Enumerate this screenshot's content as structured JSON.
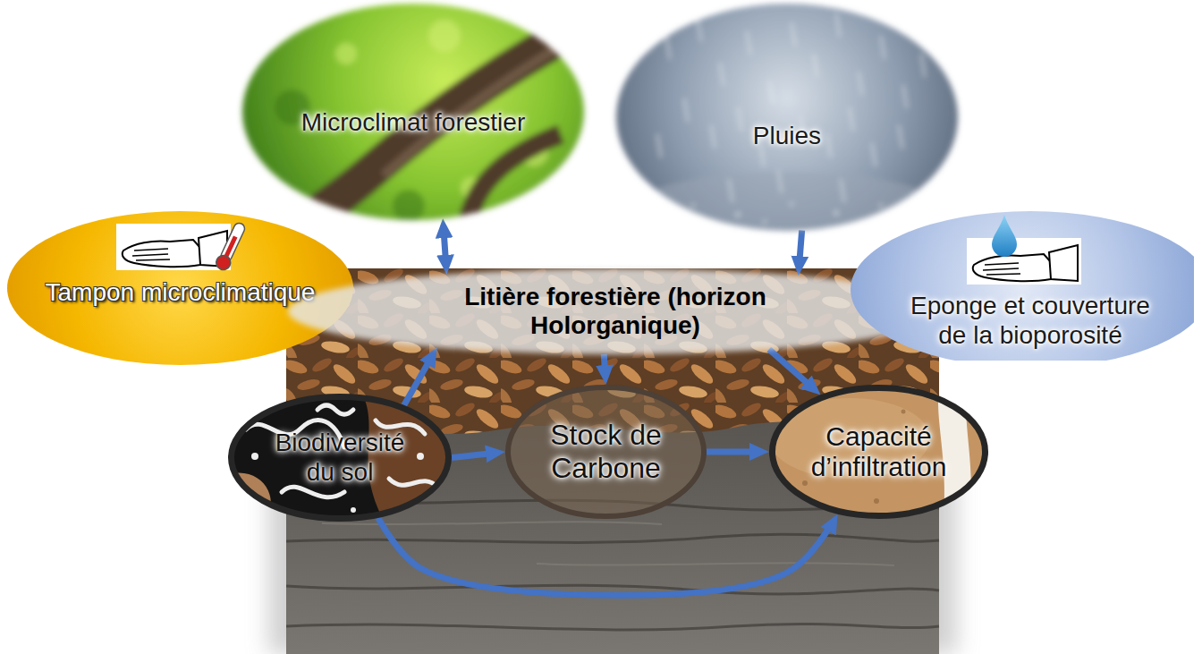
{
  "diagram": {
    "nodes": [
      {
        "text": [
          "Microclimat forestier"
        ]
      },
      {
        "text": [
          "Pluies"
        ]
      },
      {
        "text": [
          "Tampon microclimatique"
        ]
      },
      {
        "text": [
          "Litière forestière (horizon Holorganique)"
        ]
      },
      {
        "text": [
          "Eponge et couverture de la bioporosité"
        ]
      },
      {
        "text": [
          "Biodiversité du sol"
        ]
      },
      {
        "text": [
          "Stock de Carbone"
        ]
      },
      {
        "text": [
          "Capacité d’infiltration"
        ]
      }
    ],
    "edges": [
      {
        "from": 0,
        "to": 3,
        "arrow": "both"
      },
      {
        "from": 1,
        "to": 3,
        "arrow": "to"
      },
      {
        "from": 3,
        "to": 6,
        "arrow": "to"
      },
      {
        "from": 3,
        "to": 7,
        "arrow": "to"
      },
      {
        "from": 5,
        "to": 3,
        "arrow": "to"
      },
      {
        "from": 5,
        "to": 6,
        "arrow": "to"
      },
      {
        "from": 6,
        "to": 7,
        "arrow": "to"
      },
      {
        "from": 5,
        "to": 7,
        "arrow": "to"
      }
    ]
  }
}
